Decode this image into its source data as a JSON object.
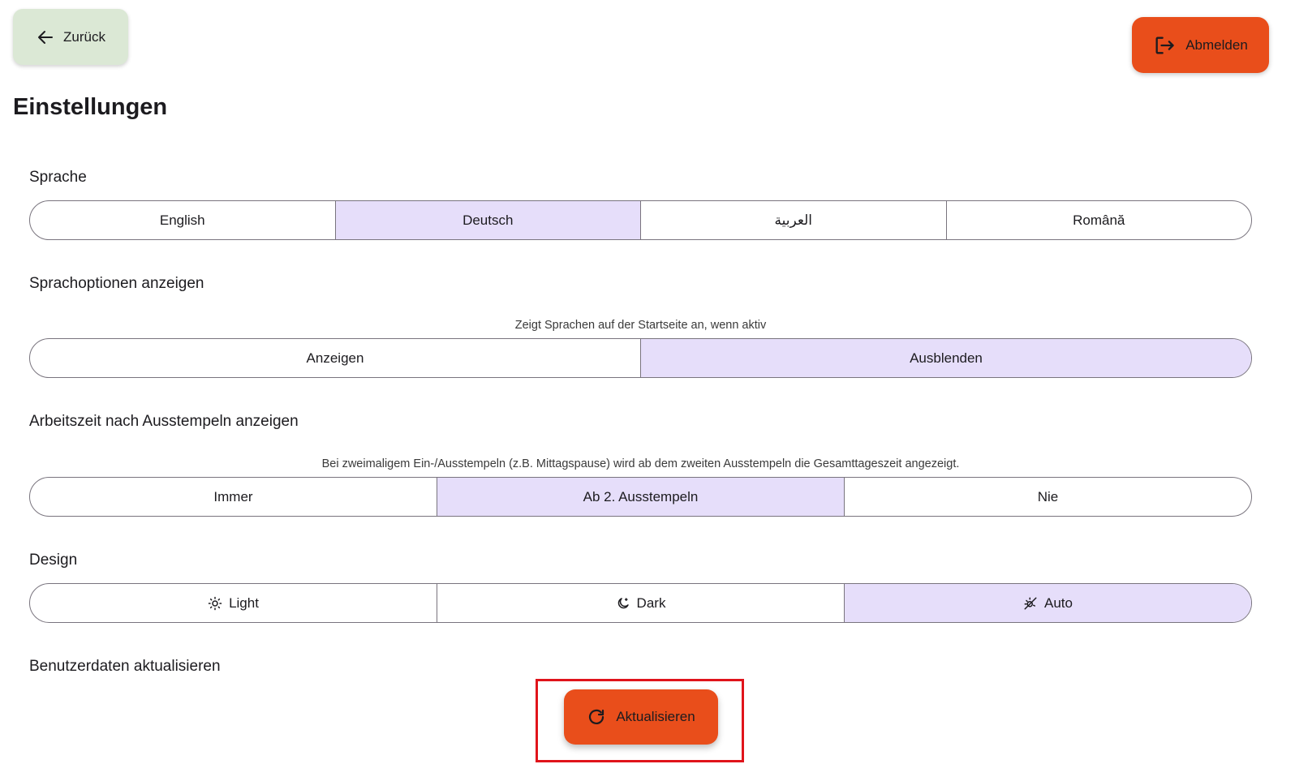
{
  "header": {
    "back_label": "Zurück",
    "logout_label": "Abmelden"
  },
  "page": {
    "title": "Einstellungen"
  },
  "language": {
    "title": "Sprache",
    "options": [
      "English",
      "Deutsch",
      "العربية",
      "Română"
    ],
    "selected": "Deutsch"
  },
  "language_options": {
    "title": "Sprachoptionen anzeigen",
    "hint": "Zeigt Sprachen auf der Startseite an, wenn aktiv",
    "options": [
      "Anzeigen",
      "Ausblenden"
    ],
    "selected": "Ausblenden"
  },
  "worktime": {
    "title": "Arbeitszeit nach Ausstempeln anzeigen",
    "hint": "Bei zweimaligem Ein-/Ausstempeln (z.B. Mittagspause) wird ab dem zweiten Ausstempeln die Gesamttageszeit angezeigt.",
    "options": [
      "Immer",
      "Ab 2. Ausstempeln",
      "Nie"
    ],
    "selected": "Ab 2. Ausstempeln"
  },
  "design": {
    "title": "Design",
    "options": [
      {
        "label": "Light",
        "icon": "sun-icon"
      },
      {
        "label": "Dark",
        "icon": "moon-icon"
      },
      {
        "label": "Auto",
        "icon": "auto-theme-icon"
      }
    ],
    "selected": "Auto"
  },
  "user_data": {
    "title": "Benutzerdaten aktualisieren",
    "refresh_label": "Aktualisieren"
  },
  "colors": {
    "accent": "#e94e1b",
    "back_button": "#dbe8d5",
    "selected_segment": "#e6defa",
    "highlight_box": "#e0141b"
  }
}
